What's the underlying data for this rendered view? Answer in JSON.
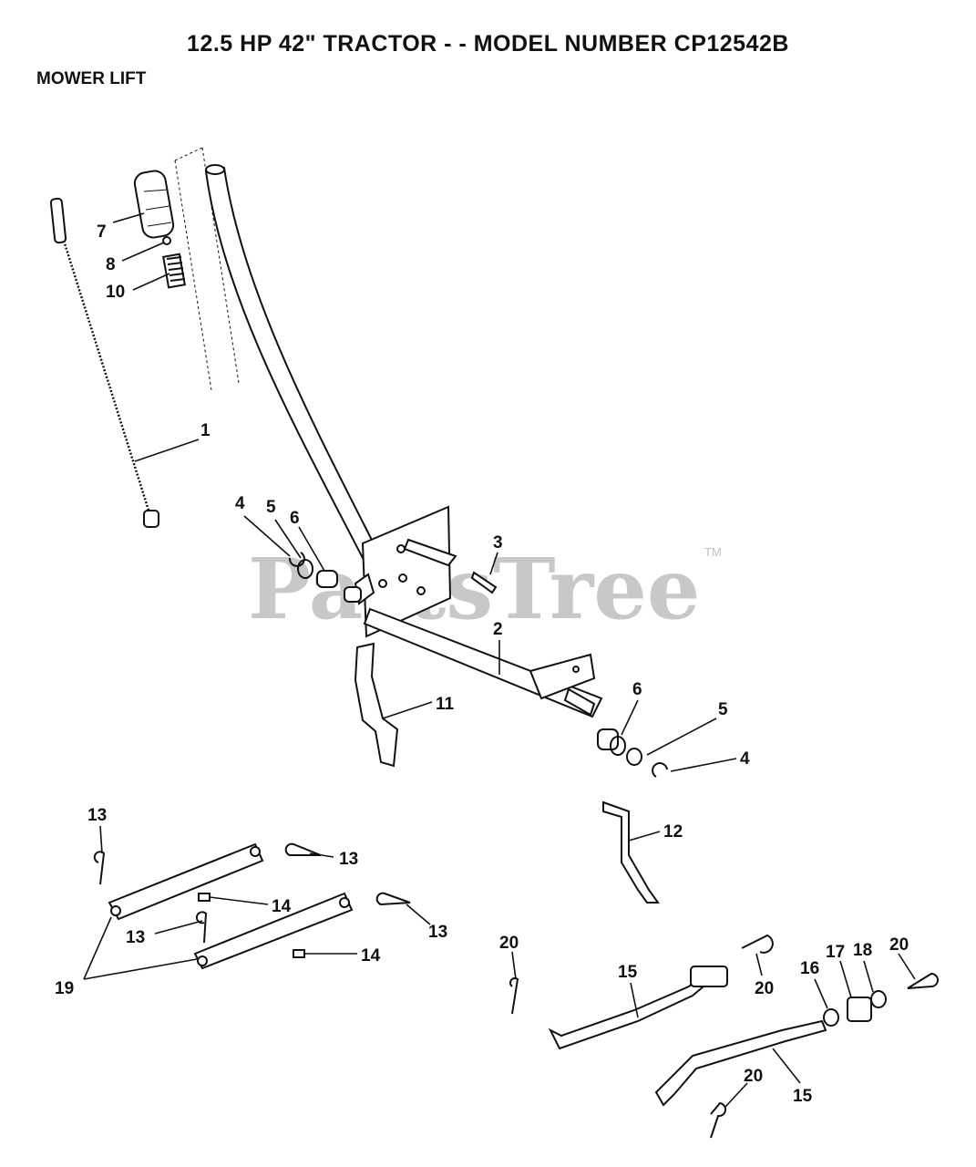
{
  "header": {
    "title": "12.5 HP 42\" TRACTOR - - MODEL NUMBER CP12542B",
    "section": "MOWER LIFT"
  },
  "watermark": {
    "text": "PartsTree",
    "trademark": "TM"
  },
  "callouts": {
    "c1": "1",
    "c2": "2",
    "c3": "3",
    "c4a": "4",
    "c4b": "4",
    "c5a": "5",
    "c5b": "5",
    "c6a": "6",
    "c6b": "6",
    "c7": "7",
    "c8": "8",
    "c10": "10",
    "c11": "11",
    "c12": "12",
    "c13a": "13",
    "c13b": "13",
    "c13c": "13",
    "c13d": "13",
    "c14a": "14",
    "c14b": "14",
    "c15a": "15",
    "c15b": "15",
    "c16": "16",
    "c17": "17",
    "c18": "18",
    "c19": "19",
    "c20a": "20",
    "c20b": "20",
    "c20c": "20",
    "c20d": "20"
  },
  "colors": {
    "line": "#111111",
    "watermark": "#c8c8c8"
  }
}
